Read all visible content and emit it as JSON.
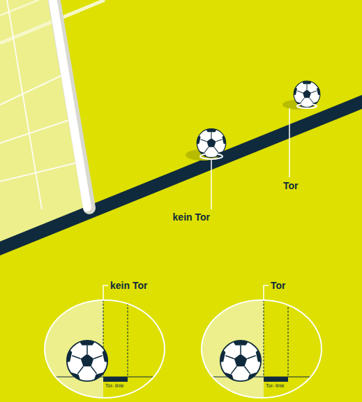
{
  "diagram": {
    "nodes": [
      {
        "text": [
          "kein Tor",
          "Tor- linie"
        ]
      },
      {
        "text": [
          "Tor",
          "Tor- linie"
        ]
      }
    ],
    "labels": [
      "kein Tor",
      "Tor"
    ]
  }
}
